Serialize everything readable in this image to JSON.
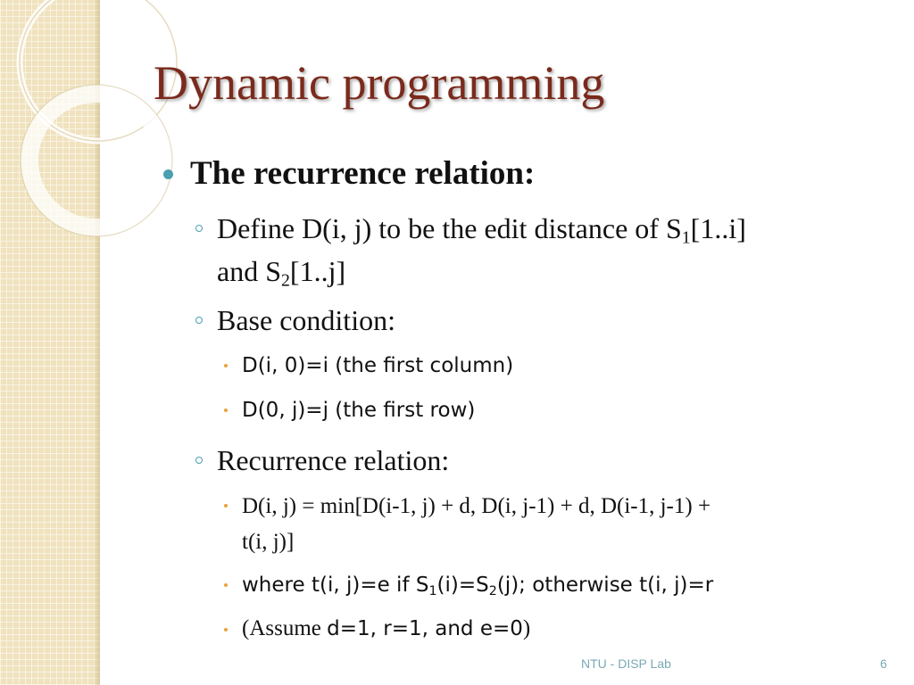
{
  "slide": {
    "title": "Dynamic programming",
    "heading": "The recurrence relation:",
    "define_pre": "Define D(i, j) to be the edit distance of S",
    "define_sub1": "1",
    "define_mid": "[1..i]",
    "define_line2_pre": "and S",
    "define_sub2": "2",
    "define_line2_post": "[1..j]",
    "base_condition": "Base condition:",
    "base_item1": "D(i, 0)=i (the first column)",
    "base_item2": "D(0, j)=j (the first row)",
    "recurrence_label": "Recurrence relation:",
    "recurrence_line1": "D(i, j) = min[D(i-1, j) + d, D(i, j-1) + d, D(i-1, j-1) +",
    "recurrence_line2": "t(i, j)]",
    "where_pre": "where t(i, j)=e if S",
    "where_sub1": "1",
    "where_mid": "(i)=S",
    "where_sub2": "2",
    "where_post": "(j); otherwise t(i, j)=r",
    "assume_open": "(Assume ",
    "assume_values": "d=1, r=1, and e=0",
    "assume_close": ")"
  },
  "footer": {
    "lab": "NTU - DISP Lab",
    "page_number": "6"
  },
  "colors": {
    "title": "#7a2a1c",
    "bullet_level1": "#4a9fb0",
    "bullet_level2": "#4a9fb0",
    "bullet_level3": "#e8a33a",
    "footer": "#7aa9b5",
    "strip": "#efe2bd"
  }
}
